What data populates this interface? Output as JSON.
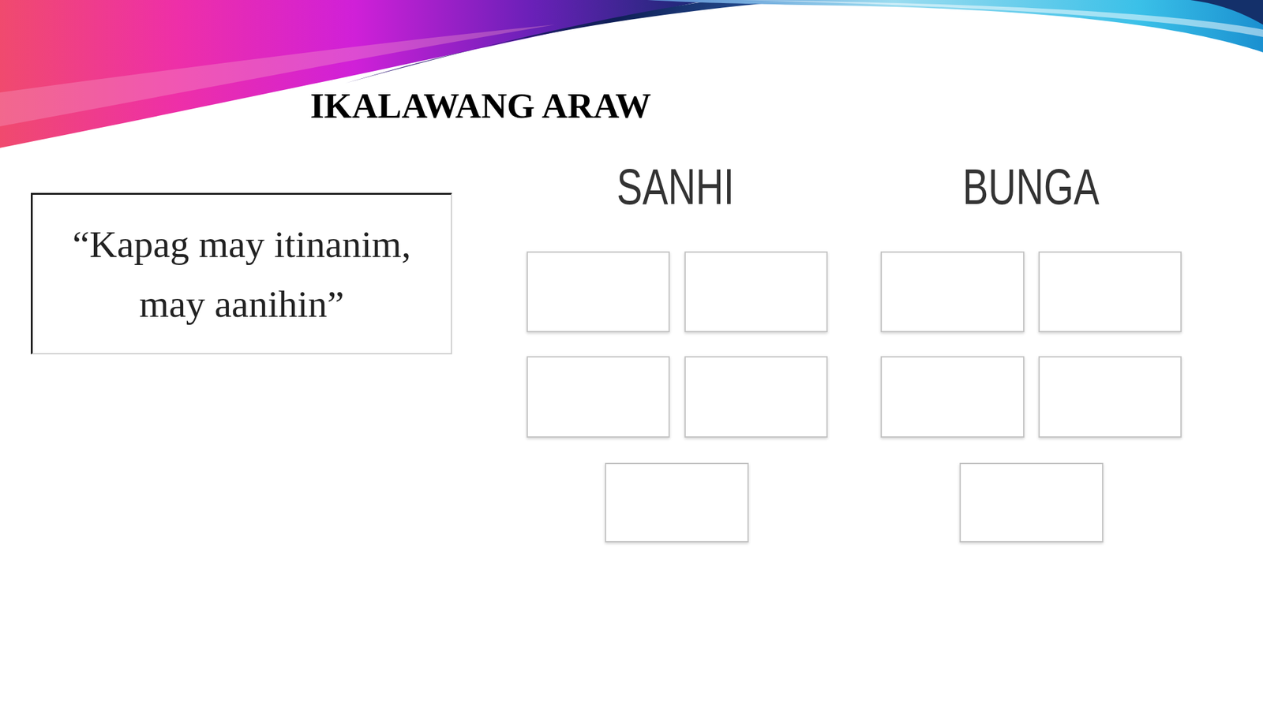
{
  "diagram": {
    "title": "IKALAWANG ARAW",
    "nodes": [
      {
        "text": [
          "“Kapag may itinanim, may aanihin”"
        ]
      }
    ],
    "labels": [
      "SANHI",
      "BUNGA"
    ]
  }
}
